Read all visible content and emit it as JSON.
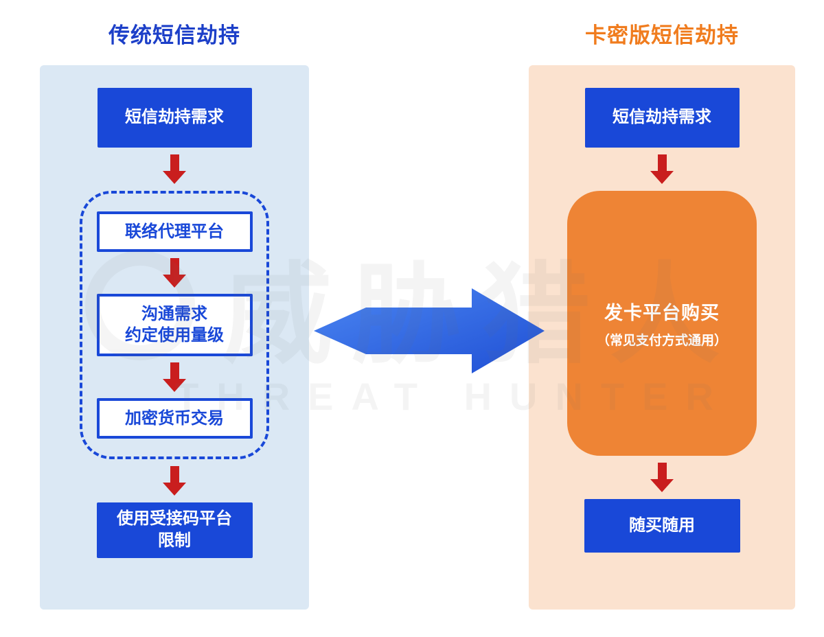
{
  "titles": {
    "left": "传统短信劫持",
    "right": "卡密版短信劫持"
  },
  "left": {
    "start": "短信劫持需求",
    "step1": "联络代理平台",
    "step2": "沟通需求\n约定使用量级",
    "step3": "加密货币交易",
    "end": "使用受接码平台\n限制"
  },
  "right": {
    "start": "短信劫持需求",
    "main": "发卡平台购买",
    "main_sub": "（常见支付方式通用）",
    "end": "随买随用"
  },
  "watermark": {
    "cn": "威胁猎人",
    "en": "THREAT HUNTER"
  },
  "colors": {
    "box_blue": "#1948d8",
    "title_blue": "#1c3fc8",
    "title_orange": "#f07c1e",
    "panel_blue": "#dbe8f4",
    "panel_orange": "#fbe2cf",
    "orange_box": "#ee8435",
    "arrow_red": "#c91e1e",
    "big_arrow_blue": "#2a5fe0"
  }
}
